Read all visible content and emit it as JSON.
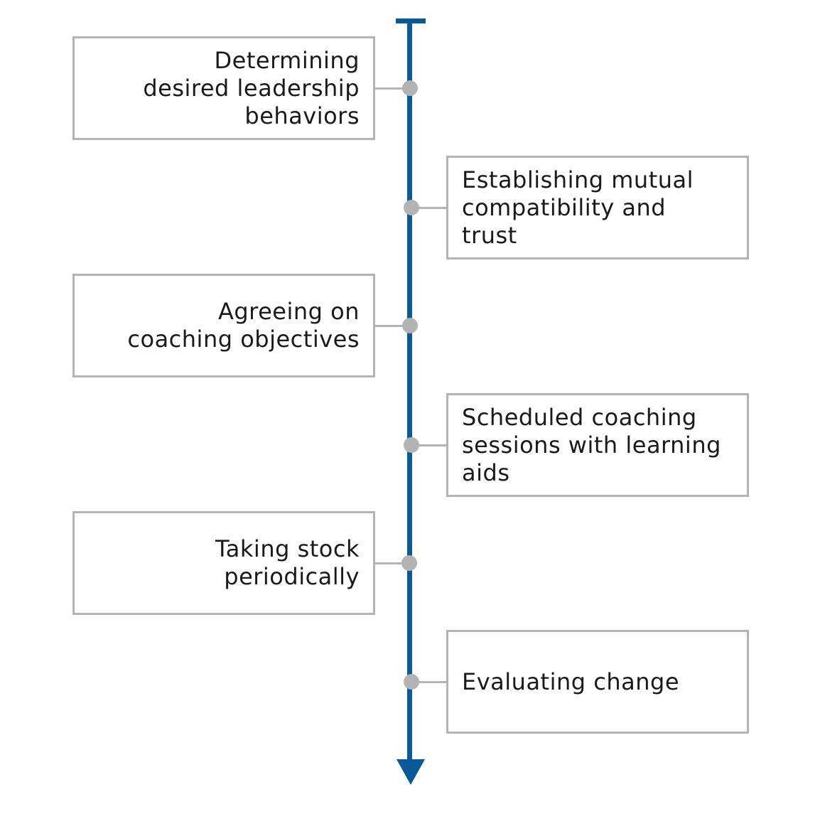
{
  "diagram": {
    "colors": {
      "axis": "#0a5a9a",
      "box_border": "#b3b3b3",
      "node": "#b3b3b3",
      "text": "#1a1a1a"
    },
    "steps": [
      {
        "label": "Determining\ndesired leadership\nbehaviors",
        "side": "left"
      },
      {
        "label": "Establishing mutual\ncompatibility and\ntrust",
        "side": "right"
      },
      {
        "label": "Agreeing on\ncoaching objectives",
        "side": "left"
      },
      {
        "label": "Scheduled coaching\nsessions  with learning\naids",
        "side": "right"
      },
      {
        "label": "Taking stock\nperiodically",
        "side": "left"
      },
      {
        "label": "Evaluating change",
        "side": "right"
      }
    ]
  }
}
